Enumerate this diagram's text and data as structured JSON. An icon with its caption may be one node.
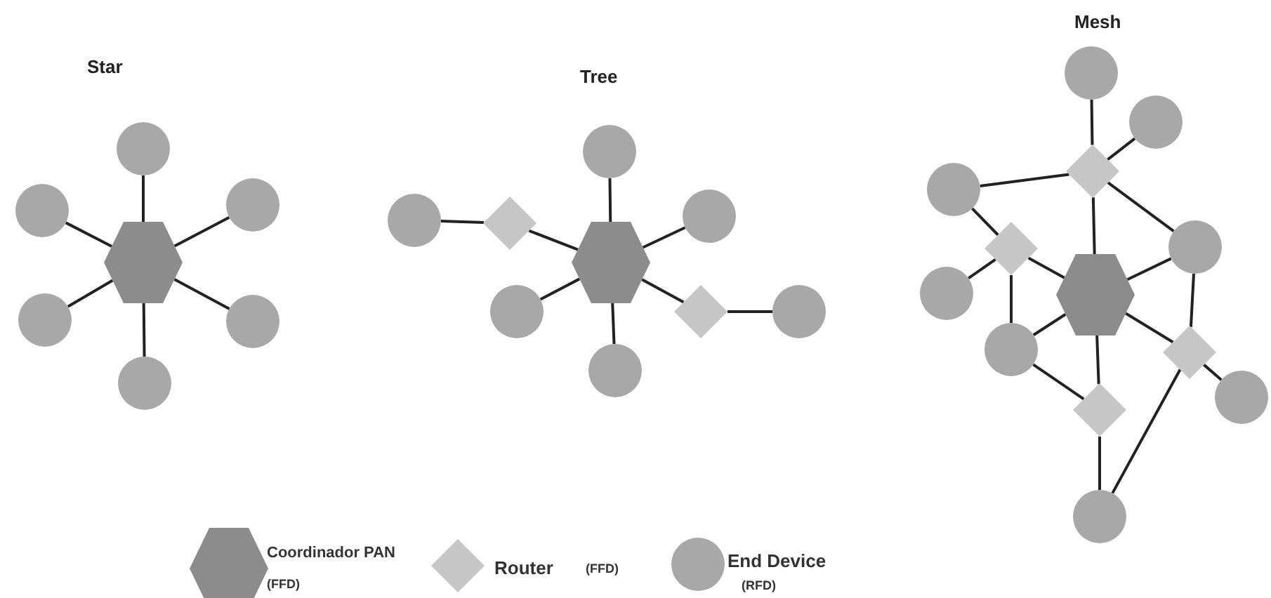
{
  "diagram": {
    "nodes": [
      {
        "text": [],
        "shape": "hexagon"
      },
      {
        "text": [],
        "shape": "circle"
      },
      {
        "text": [],
        "shape": "circle"
      },
      {
        "text": [],
        "shape": "circle"
      },
      {
        "text": [],
        "shape": "circle"
      },
      {
        "text": [],
        "shape": "circle"
      },
      {
        "text": [],
        "shape": "circle"
      },
      {
        "text": [],
        "shape": "hexagon"
      },
      {
        "text": [],
        "shape": "circle"
      },
      {
        "text": [],
        "shape": "circle"
      },
      {
        "text": [],
        "shape": "diamond"
      },
      {
        "text": [],
        "shape": "circle"
      },
      {
        "text": [],
        "shape": "circle"
      },
      {
        "text": [],
        "shape": "diamond"
      },
      {
        "text": [],
        "shape": "circle"
      },
      {
        "text": [],
        "shape": "circle"
      },
      {
        "text": [],
        "shape": "hexagon"
      },
      {
        "text": [],
        "shape": "circle"
      },
      {
        "text": [],
        "shape": "circle"
      },
      {
        "text": [],
        "shape": "diamond"
      },
      {
        "text": [],
        "shape": "circle"
      },
      {
        "text": [],
        "shape": "diamond"
      },
      {
        "text": [],
        "shape": "circle"
      },
      {
        "text": [],
        "shape": "circle"
      },
      {
        "text": [],
        "shape": "circle"
      },
      {
        "text": [],
        "shape": "diamond"
      },
      {
        "text": [],
        "shape": "circle"
      },
      {
        "text": [],
        "shape": "diamond"
      },
      {
        "text": [],
        "shape": "circle"
      }
    ],
    "edges": [
      {
        "from": 0,
        "to": 1,
        "arrow": "none"
      },
      {
        "from": 0,
        "to": 2,
        "arrow": "none"
      },
      {
        "from": 0,
        "to": 3,
        "arrow": "none"
      },
      {
        "from": 0,
        "to": 4,
        "arrow": "none"
      },
      {
        "from": 0,
        "to": 5,
        "arrow": "none"
      },
      {
        "from": 0,
        "to": 6,
        "arrow": "none"
      },
      {
        "from": 7,
        "to": 8,
        "arrow": "none"
      },
      {
        "from": 9,
        "to": 10,
        "arrow": "none"
      },
      {
        "from": 10,
        "to": 7,
        "arrow": "none"
      },
      {
        "from": 7,
        "to": 11,
        "arrow": "none"
      },
      {
        "from": 7,
        "to": 12,
        "arrow": "none"
      },
      {
        "from": 7,
        "to": 13,
        "arrow": "none"
      },
      {
        "from": 13,
        "to": 14,
        "arrow": "none"
      },
      {
        "from": 7,
        "to": 15,
        "arrow": "none"
      },
      {
        "from": 17,
        "to": 19,
        "arrow": "none"
      },
      {
        "from": 18,
        "to": 19,
        "arrow": "none"
      },
      {
        "from": 20,
        "to": 19,
        "arrow": "none"
      },
      {
        "from": 19,
        "to": 16,
        "arrow": "none"
      },
      {
        "from": 19,
        "to": 22,
        "arrow": "none"
      },
      {
        "from": 20,
        "to": 21,
        "arrow": "none"
      },
      {
        "from": 21,
        "to": 23,
        "arrow": "none"
      },
      {
        "from": 21,
        "to": 16,
        "arrow": "none"
      },
      {
        "from": 21,
        "to": 24,
        "arrow": "none"
      },
      {
        "from": 16,
        "to": 22,
        "arrow": "none"
      },
      {
        "from": 16,
        "to": 24,
        "arrow": "none"
      },
      {
        "from": 16,
        "to": 25,
        "arrow": "none"
      },
      {
        "from": 16,
        "to": 27,
        "arrow": "none"
      },
      {
        "from": 22,
        "to": 25,
        "arrow": "none"
      },
      {
        "from": 25,
        "to": 26,
        "arrow": "none"
      },
      {
        "from": 25,
        "to": 28,
        "arrow": "none"
      },
      {
        "from": 24,
        "to": 27,
        "arrow": "none"
      },
      {
        "from": 27,
        "to": 28,
        "arrow": "none"
      }
    ],
    "labels": [
      "Star",
      "Tree",
      "Mesh",
      "(FFD)",
      "(FFD)",
      "(RFD)"
    ],
    "legend": [
      {
        "text": "Coordinador PAN"
      },
      {
        "text": "Router"
      },
      {
        "text": "End Device"
      }
    ]
  }
}
